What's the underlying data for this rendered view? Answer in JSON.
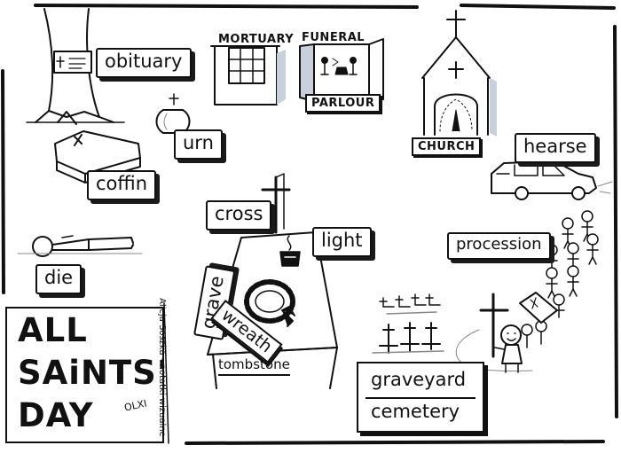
{
  "title": {
    "line1": "ALL",
    "line2": "SAiNTS'",
    "line3": "DAY"
  },
  "author_credit": "Alicja Soszka - notatki wizualne",
  "signature": "OLXI",
  "labels": {
    "obituary": "obituary",
    "mortuary": "MORTUARY",
    "funeral": "FUNERAL",
    "parlour": "PARLOUR",
    "church": "CHURCH",
    "urn": "urn",
    "coffin": "coffin",
    "hearse": "hearse",
    "cross": "cross",
    "light": "light",
    "die": "die",
    "procession": "procession",
    "grave": "grave",
    "wreath": "wreath",
    "tombstone": "tombstone",
    "graveyard": "graveyard",
    "cemetery": "cemetery"
  },
  "colors": {
    "ink": "#111111",
    "shadow": "#b9c3d3",
    "paper": "#ffffff"
  },
  "icons": [
    "tree-icon",
    "mortuary-icon",
    "funeral-parlour-icon",
    "church-icon",
    "urn-icon",
    "coffin-icon",
    "hearse-icon",
    "cross-icon",
    "candle-icon",
    "wreath-icon",
    "lying-person-icon",
    "procession-icon",
    "graves-icon",
    "cross-bearer-icon"
  ]
}
